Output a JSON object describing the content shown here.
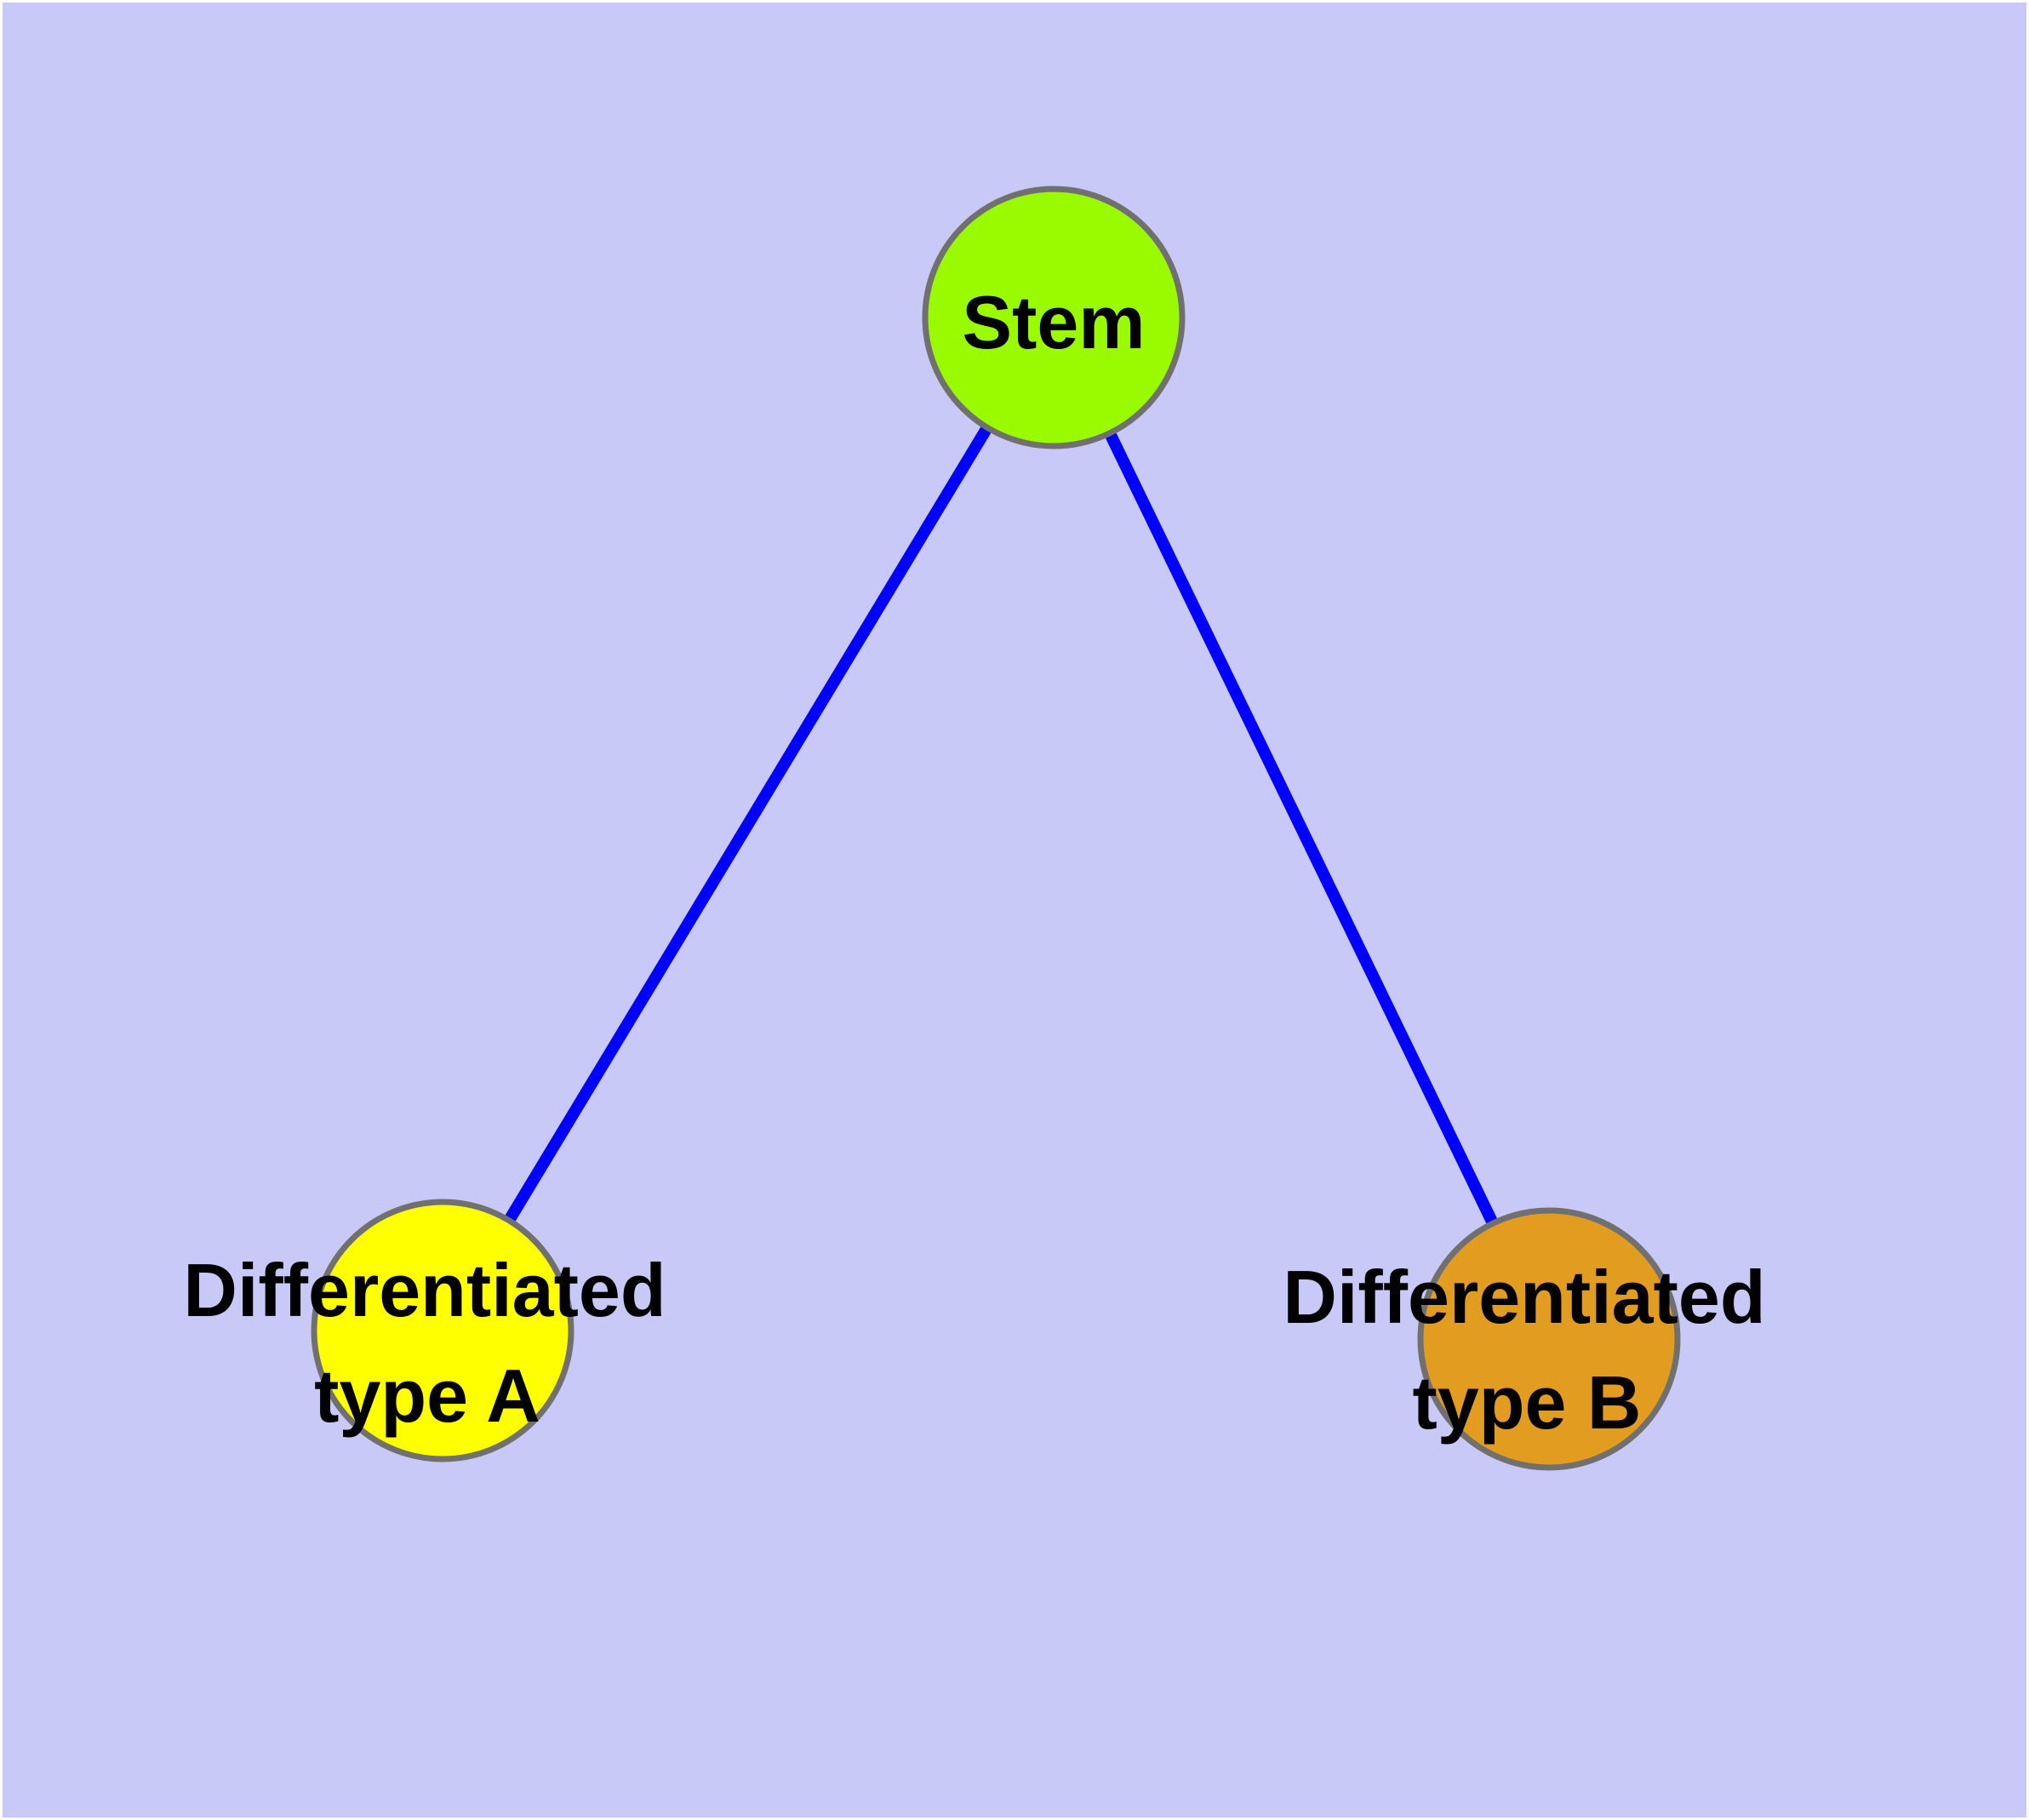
{
  "diagram": {
    "type": "graph",
    "description": "Stem cell differentiation tree with one parent node and two child nodes",
    "colors": {
      "page_margin": "#ffffff",
      "background": "#c9c9f8",
      "edge": "#0000ff",
      "node_border": "#707070",
      "stem_fill": "#9afa00",
      "type_a_fill": "#ffff00",
      "type_b_fill": "#e29c20",
      "label_text": "#000000"
    },
    "nodes": {
      "stem": {
        "label": "Stem"
      },
      "type_a": {
        "label_line1": "Differentiated",
        "label_line2": "type A"
      },
      "type_b": {
        "label_line1": "Differentiated",
        "label_line2": "type B"
      }
    },
    "edges": [
      {
        "from": "Stem",
        "to": "Differentiated type A"
      },
      {
        "from": "Stem",
        "to": "Differentiated type B"
      }
    ]
  }
}
